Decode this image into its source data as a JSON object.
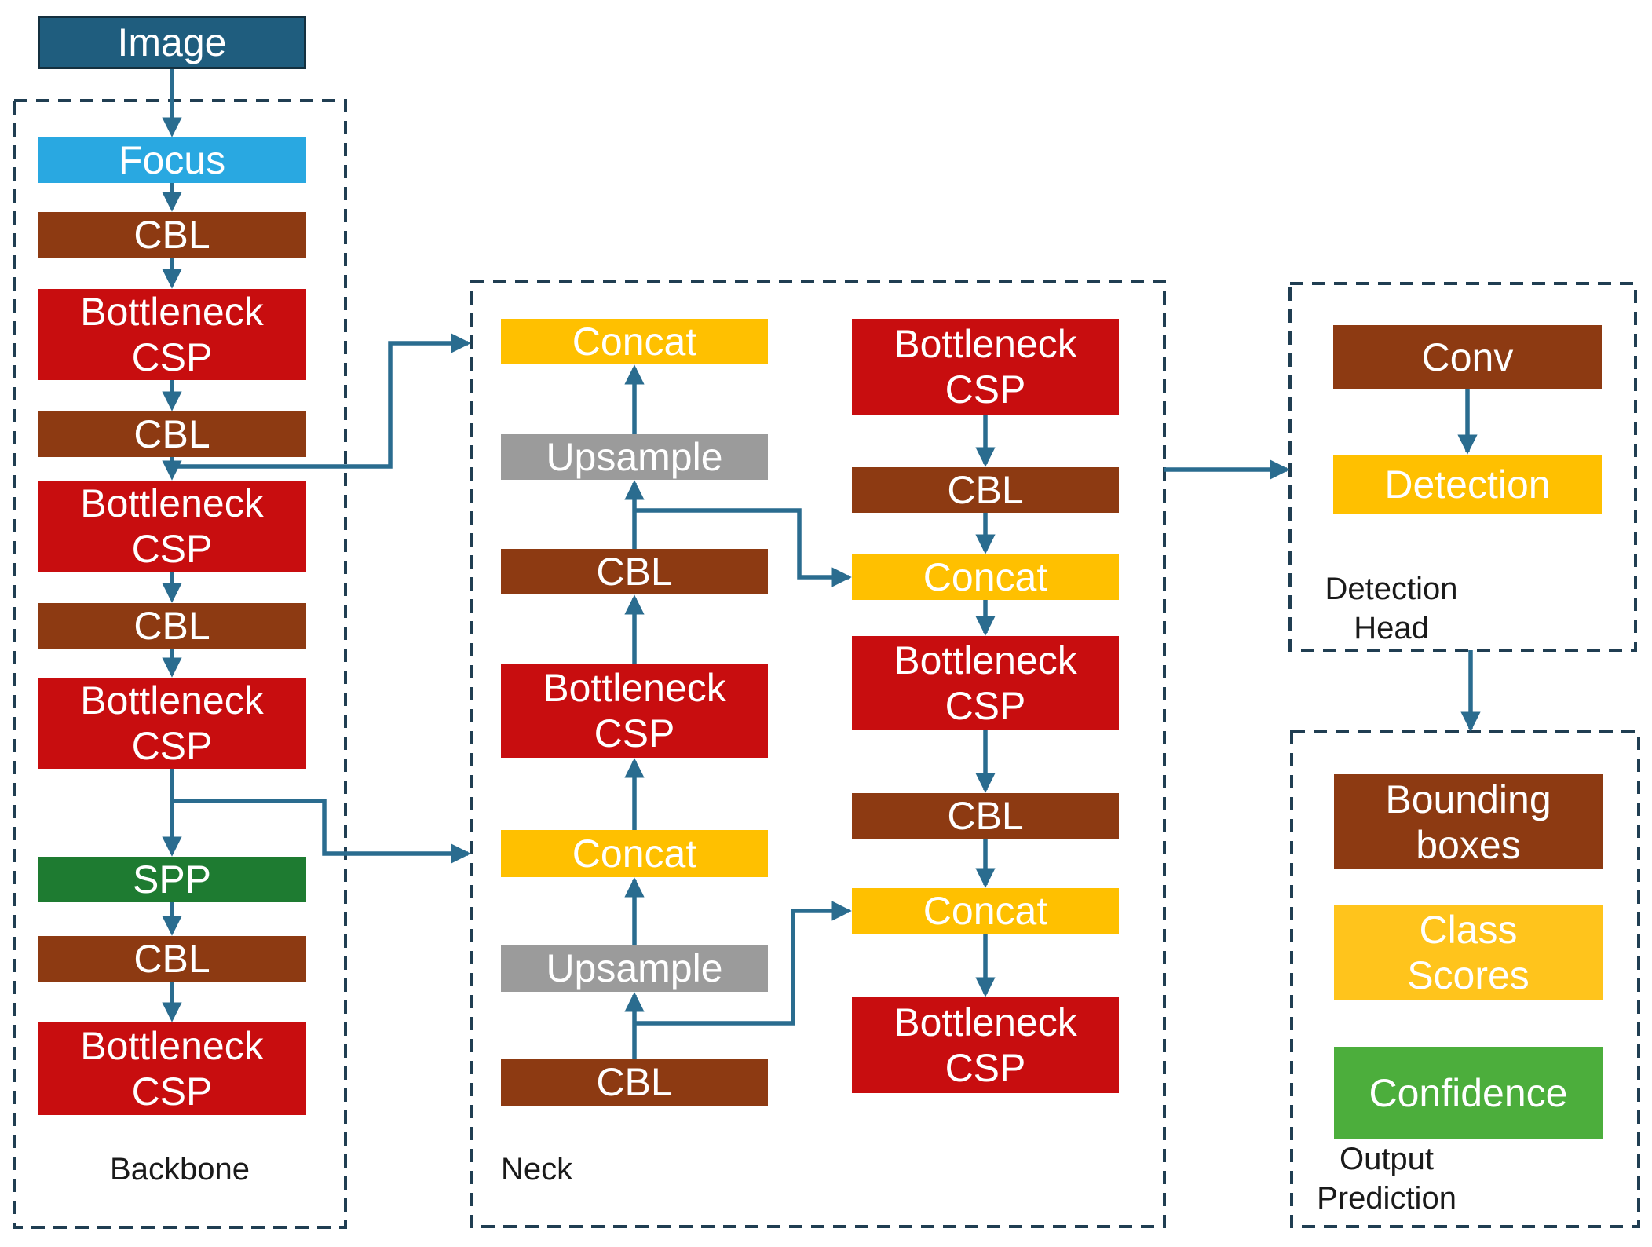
{
  "colors": {
    "input_box": "#1F5D7E",
    "focus": "#29A8E1",
    "cbl": "#8D3A12",
    "bottleneck_csp": "#C80D0F",
    "spp": "#1E7B31",
    "concat": "#FFC000",
    "upsample": "#9B9B9B",
    "conv": "#8D3A12",
    "detection": "#FFC000",
    "bounding_boxes": "#8D3A12",
    "class_scores": "#FFC41C",
    "confidence": "#4CAE3C",
    "node_text": "#FFFFFF",
    "arrow": "#2A6C8F",
    "group_border": "#203E52",
    "section_label": "#1A1A1A",
    "background": "#FFFFFF"
  },
  "backbone": {
    "label": "Backbone",
    "nodes": [
      {
        "label": "Image"
      },
      {
        "label": "Focus"
      },
      {
        "label": "CBL"
      },
      {
        "label": "Bottleneck\nCSP"
      },
      {
        "label": "CBL"
      },
      {
        "label": "Bottleneck\nCSP"
      },
      {
        "label": "CBL"
      },
      {
        "label": "Bottleneck\nCSP"
      },
      {
        "label": "SPP"
      },
      {
        "label": "CBL"
      },
      {
        "label": "Bottleneck\nCSP"
      }
    ]
  },
  "neck": {
    "label": "Neck",
    "left_nodes": [
      {
        "label": "Concat"
      },
      {
        "label": "Upsample"
      },
      {
        "label": "CBL"
      },
      {
        "label": "Bottleneck\nCSP"
      },
      {
        "label": "Concat"
      },
      {
        "label": "Upsample"
      },
      {
        "label": "CBL"
      }
    ],
    "right_nodes": [
      {
        "label": "Bottleneck\nCSP"
      },
      {
        "label": "CBL"
      },
      {
        "label": "Concat"
      },
      {
        "label": "Bottleneck\nCSP"
      },
      {
        "label": "CBL"
      },
      {
        "label": "Concat"
      },
      {
        "label": "Bottleneck\nCSP"
      }
    ]
  },
  "detection_head": {
    "label": "Detection\nHead",
    "nodes": [
      {
        "label": "Conv"
      },
      {
        "label": "Detection"
      }
    ]
  },
  "output_prediction": {
    "label": "Output\nPrediction",
    "nodes": [
      {
        "label": "Bounding\nboxes"
      },
      {
        "label": "Class\nScores"
      },
      {
        "label": "Confidence"
      }
    ]
  },
  "connections": [
    "Image -> Focus",
    "Focus -> CBL",
    "CBL -> Bottleneck CSP",
    "Bottleneck CSP -> CBL",
    "CBL -> Bottleneck CSP (backbone)",
    "CBL (backbone) -> Concat (neck top-left)",
    "Bottleneck CSP -> CBL (backbone)",
    "CBL -> Bottleneck CSP (backbone)",
    "Bottleneck CSP (backbone) -> Concat (neck lower-left)",
    "Bottleneck CSP -> SPP",
    "SPP -> CBL",
    "CBL -> Bottleneck CSP (backbone bottom)",
    "CBL (neck bottom) -> Upsample",
    "Upsample -> Concat (neck lower-left)",
    "Concat -> Bottleneck CSP (neck left)",
    "Bottleneck CSP -> CBL (neck left)",
    "CBL -> Upsample (neck left)",
    "Upsample -> Concat (neck top-left)",
    "CBL (neck left) -> Concat (neck right upper)",
    "CBL (neck bottom) -> Concat (neck right lower)",
    "Bottleneck CSP -> CBL (neck right)",
    "CBL -> Concat (neck right upper)",
    "Concat -> Bottleneck CSP (neck right)",
    "Bottleneck CSP -> CBL (neck right lower)",
    "CBL -> Concat (neck right lower)",
    "Concat -> Bottleneck CSP (neck right bottom)",
    "Neck -> Detection Head",
    "Conv -> Detection",
    "Detection Head -> Output Prediction"
  ]
}
